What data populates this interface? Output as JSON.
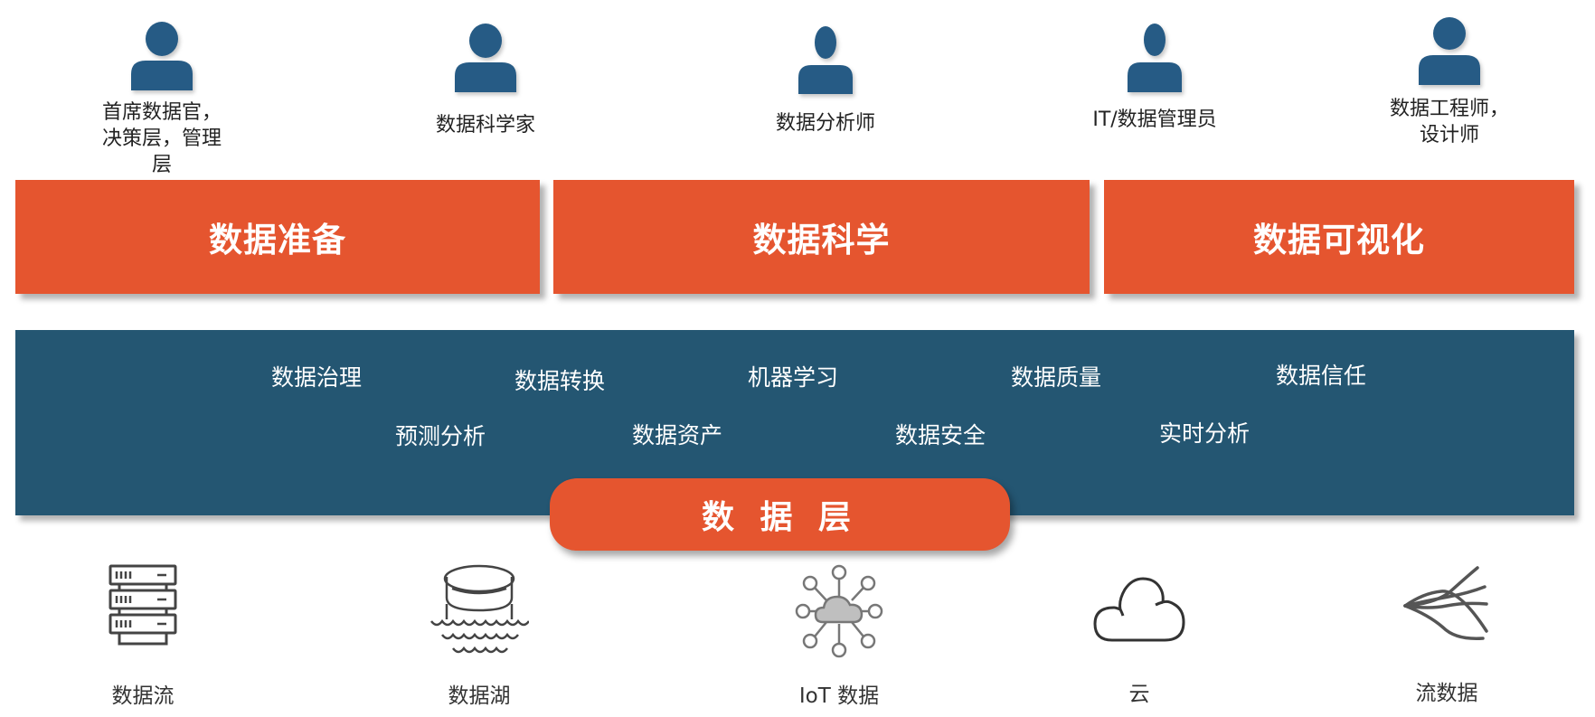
{
  "personas": [
    {
      "label": "首席数据官，\n决策层，管理层",
      "icon": "person-icon"
    },
    {
      "label": "数据科学家",
      "icon": "person-icon"
    },
    {
      "label": "数据分析师",
      "icon": "person-icon"
    },
    {
      "label": "IT/数据管理员",
      "icon": "person-icon"
    },
    {
      "label": "数据工程师，\n设计师",
      "icon": "person-icon"
    }
  ],
  "pillars": [
    {
      "label": "数据准备"
    },
    {
      "label": "数据科学"
    },
    {
      "label": "数据可视化"
    }
  ],
  "capabilities": {
    "row1": [
      "数据治理",
      "数据转换",
      "机器学习",
      "数据质量",
      "数据信任"
    ],
    "row2": [
      "预测分析",
      "数据资产",
      "数据安全",
      "实时分析"
    ]
  },
  "data_layer": {
    "label": "数 据 层"
  },
  "sources": [
    {
      "label": "数据流",
      "icon": "server-rack-icon"
    },
    {
      "label": "数据湖",
      "icon": "data-lake-icon"
    },
    {
      "label": "IoT 数据",
      "icon": "iot-cloud-network-icon"
    },
    {
      "label": "云",
      "icon": "cloud-icon"
    },
    {
      "label": "流数据",
      "icon": "streaming-lines-icon"
    }
  ],
  "colors": {
    "accent_orange": "#e5552f",
    "band_blue": "#245672",
    "person_blue": "#265b85",
    "icon_gray": "#444444"
  }
}
